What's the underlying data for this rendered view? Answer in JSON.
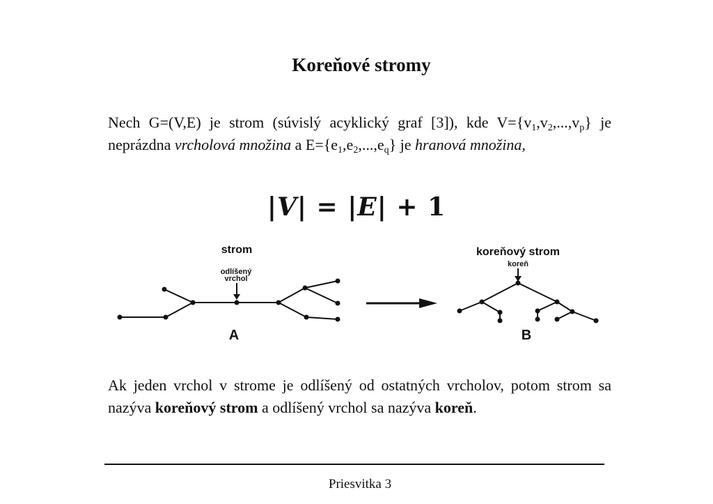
{
  "slide": {
    "title": "Koreňové stromy",
    "para1": {
      "t1": "Nech G=(V,E) je strom (súvislý acyklický graf [3]), kde V={v",
      "s1": "1",
      "t2": ",v",
      "s2": "2",
      "t3": ",...,v",
      "s3": "p",
      "t4": "} je neprázdna ",
      "i1": "vrcholová množina",
      "t5": " a E={e",
      "s4": "1",
      "t6": ",e",
      "s5": "2",
      "t7": ",...,e",
      "s6": "q",
      "t8": "} je ",
      "i2": "hranová množina,"
    },
    "formula": {
      "lhs": "|V| = |E| + ",
      "one": "1"
    },
    "figure": {
      "left_label": "strom",
      "left_pointer_label_line1": "odlíšený",
      "left_pointer_label_line2": "vrchol",
      "right_label": "koreňový strom",
      "right_pointer_label": "koreň",
      "caption_a": "A",
      "caption_b": "B"
    },
    "para2": {
      "t1": "Ak jeden vrchol v strome je odlíšený od ostatných vrcholov, potom strom sa nazýva ",
      "b1": "koreňový strom",
      "t2": " a odlíšený vrchol sa nazýva ",
      "b2": "koreň",
      "t3": "."
    },
    "footer": "Priesvitka 3"
  }
}
